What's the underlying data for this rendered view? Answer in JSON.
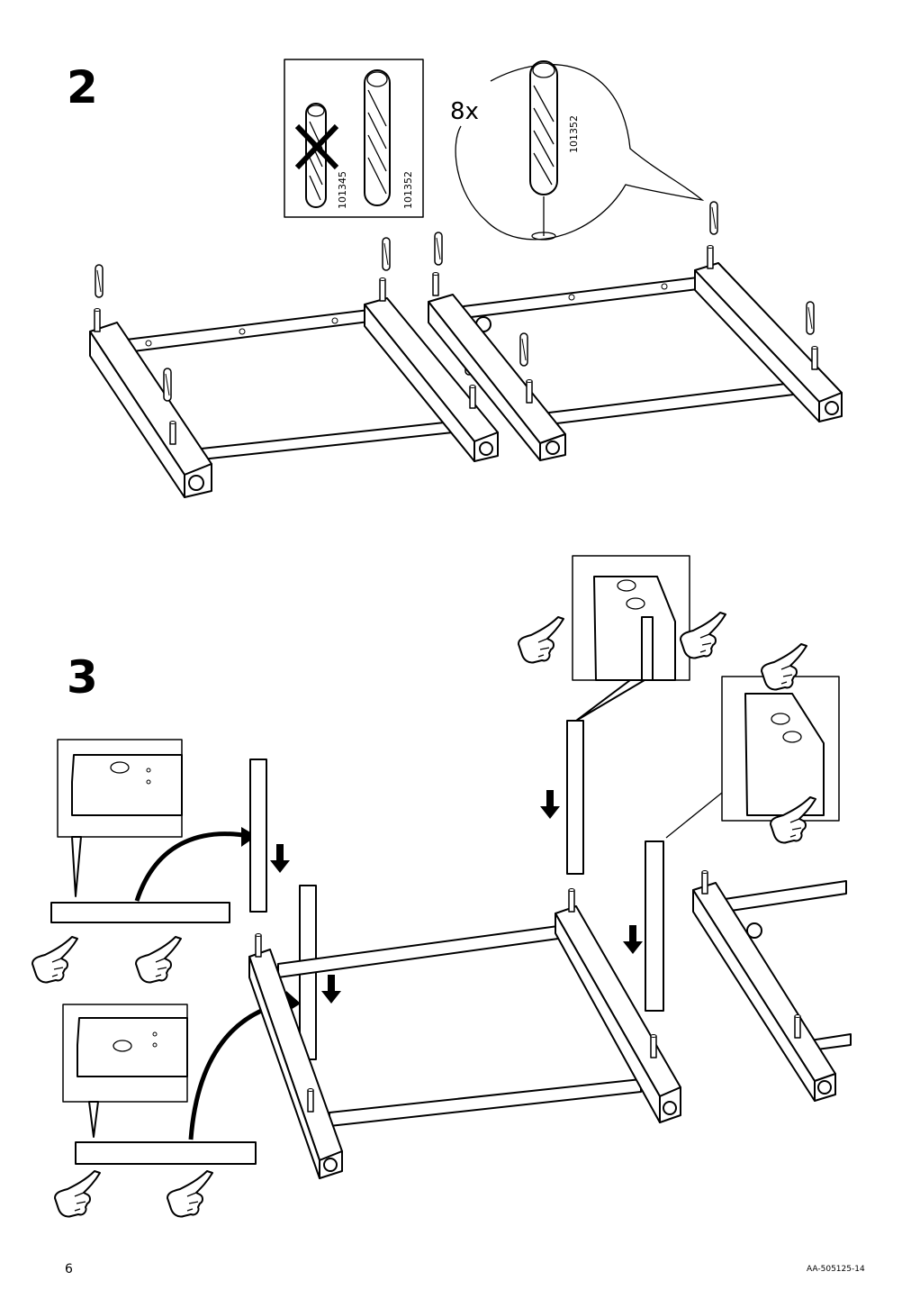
{
  "steps": {
    "two": "2",
    "three": "3"
  },
  "step2": {
    "quantity": "8x",
    "dowel_wrong_code": "101345",
    "dowel_right_code": "101352",
    "dowel_detail_code": "101352"
  },
  "footer": {
    "page_number": "6",
    "document_id": "AA-505125-14"
  },
  "icons": [
    "cross-icon",
    "arrow-down-icon",
    "pointing-hand-icon",
    "dowel-icon"
  ]
}
